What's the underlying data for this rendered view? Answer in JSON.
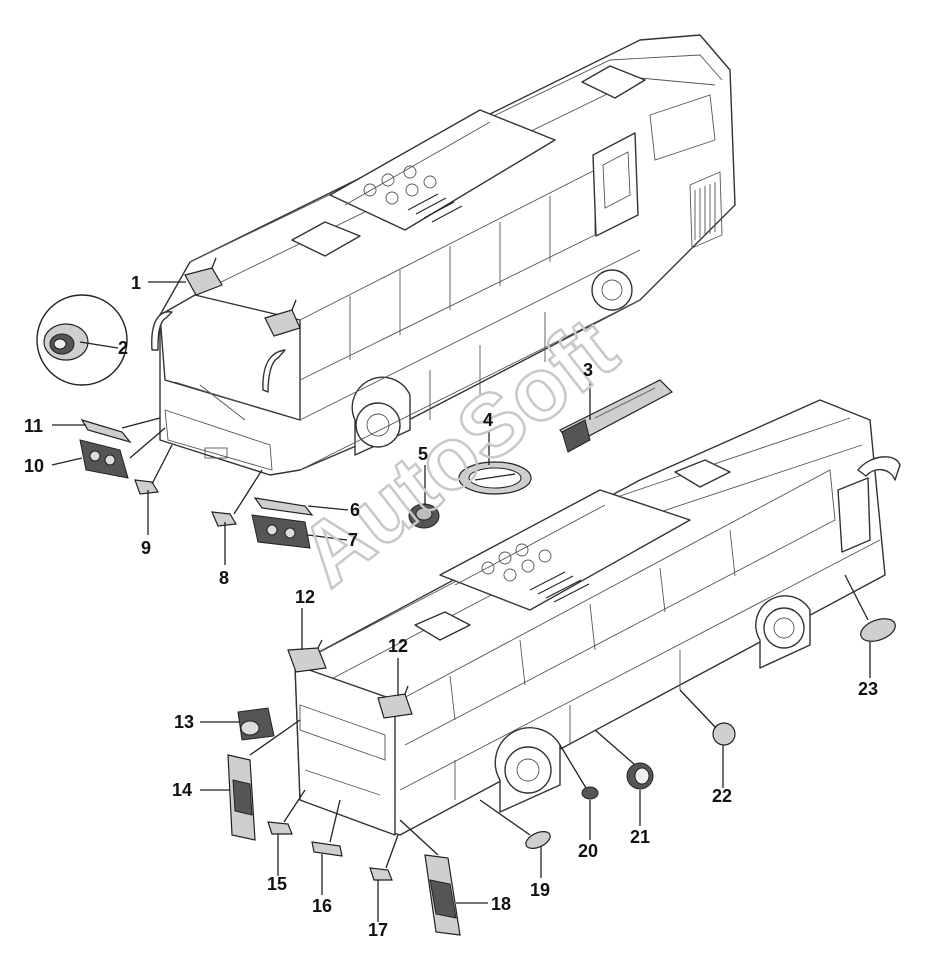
{
  "watermark": "AutoSoft",
  "callouts": [
    {
      "id": "callout-1",
      "text": "1"
    },
    {
      "id": "callout-2",
      "text": "2"
    },
    {
      "id": "callout-3",
      "text": "3"
    },
    {
      "id": "callout-4",
      "text": "4"
    },
    {
      "id": "callout-5",
      "text": "5"
    },
    {
      "id": "callout-6",
      "text": "6"
    },
    {
      "id": "callout-7",
      "text": "7"
    },
    {
      "id": "callout-8",
      "text": "8"
    },
    {
      "id": "callout-9",
      "text": "9"
    },
    {
      "id": "callout-10",
      "text": "10"
    },
    {
      "id": "callout-11",
      "text": "11"
    },
    {
      "id": "callout-12a",
      "text": "12"
    },
    {
      "id": "callout-12b",
      "text": "12"
    },
    {
      "id": "callout-13",
      "text": "13"
    },
    {
      "id": "callout-14",
      "text": "14"
    },
    {
      "id": "callout-15",
      "text": "15"
    },
    {
      "id": "callout-16",
      "text": "16"
    },
    {
      "id": "callout-17",
      "text": "17"
    },
    {
      "id": "callout-18",
      "text": "18"
    },
    {
      "id": "callout-19",
      "text": "19"
    },
    {
      "id": "callout-20",
      "text": "20"
    },
    {
      "id": "callout-21",
      "text": "21"
    },
    {
      "id": "callout-22",
      "text": "22"
    },
    {
      "id": "callout-23",
      "text": "23"
    }
  ],
  "colors": {
    "line": "#222222",
    "part_fill": "#cfcfcf",
    "watermark": "#c8c8c8"
  }
}
